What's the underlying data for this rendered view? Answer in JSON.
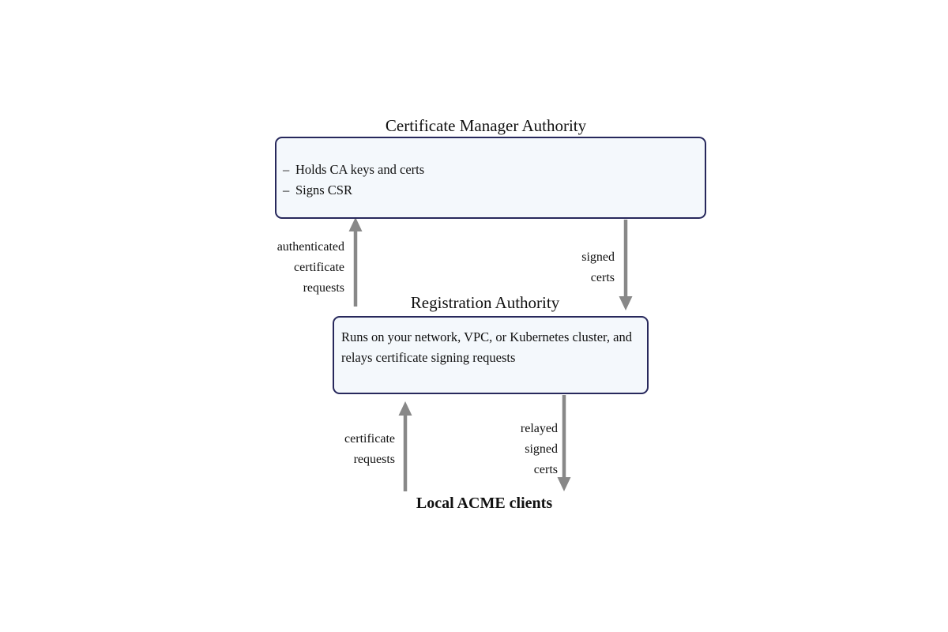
{
  "diagram": {
    "title": "Certificate Manager Authority / Registration Authority / Local ACME clients flow",
    "colors": {
      "box_border": "#27285c",
      "box_fill": "#f4f8fc",
      "arrow": "#888888",
      "text": "#111111",
      "background": "#ffffff"
    },
    "nodes": [
      {
        "id": "certificate-manager-authority",
        "title": "Certificate Manager Authority",
        "bullets": [
          {
            "dash": "–",
            "text": "Holds CA keys and certs"
          },
          {
            "dash": "–",
            "text": "Signs CSR"
          }
        ]
      },
      {
        "id": "registration-authority",
        "title": "Registration Authority",
        "body": "Runs on your network, VPC, or Kubernetes cluster, and relays certificate signing requests"
      },
      {
        "id": "local-acme-clients",
        "label": "Local ACME clients"
      }
    ],
    "edges": [
      {
        "id": "ra-to-ca",
        "from": "registration-authority",
        "to": "certificate-manager-authority",
        "direction": "up",
        "label_lines": [
          "authenticated",
          "certificate",
          "requests"
        ]
      },
      {
        "id": "ca-to-ra",
        "from": "certificate-manager-authority",
        "to": "registration-authority",
        "direction": "down",
        "label_lines": [
          "signed",
          "certs"
        ]
      },
      {
        "id": "clients-to-ra",
        "from": "local-acme-clients",
        "to": "registration-authority",
        "direction": "up",
        "label_lines": [
          "certificate",
          "requests"
        ]
      },
      {
        "id": "ra-to-clients",
        "from": "registration-authority",
        "to": "local-acme-clients",
        "direction": "down",
        "label_lines": [
          "relayed",
          "signed",
          "certs"
        ]
      }
    ]
  }
}
